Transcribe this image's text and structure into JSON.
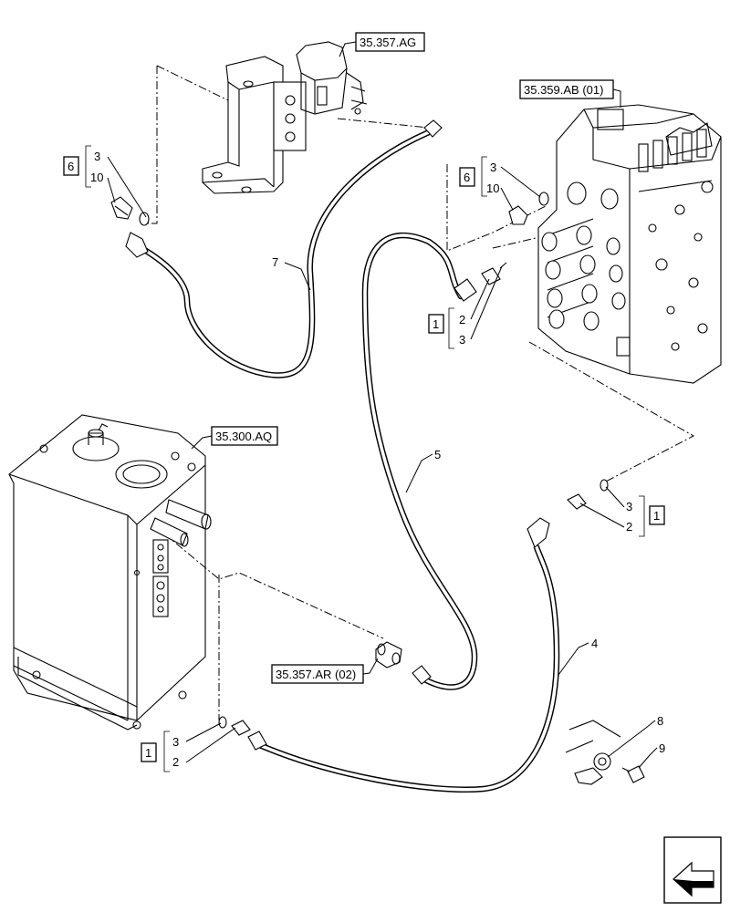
{
  "references": {
    "aux_valve": "35.357.AG",
    "control_valve": "35.359.AB (01)",
    "tank": "35.300.AQ",
    "return_block": "35.357.AR (02)"
  },
  "callouts": {
    "hose_7": "7",
    "hose_5": "5",
    "hose_4": "4",
    "clamp_8": "8",
    "bolt_9": "9"
  },
  "groups": [
    {
      "box": "6",
      "items": [
        "3",
        "10"
      ]
    },
    {
      "box": "6",
      "items": [
        "3",
        "10"
      ]
    },
    {
      "box": "1",
      "items": [
        "2",
        "3"
      ]
    },
    {
      "box": "1",
      "items": [
        "3",
        "2"
      ]
    },
    {
      "box": "1",
      "items": [
        "3",
        "2"
      ]
    }
  ],
  "nav": {
    "icon": "previous-page-arrow-icon"
  }
}
